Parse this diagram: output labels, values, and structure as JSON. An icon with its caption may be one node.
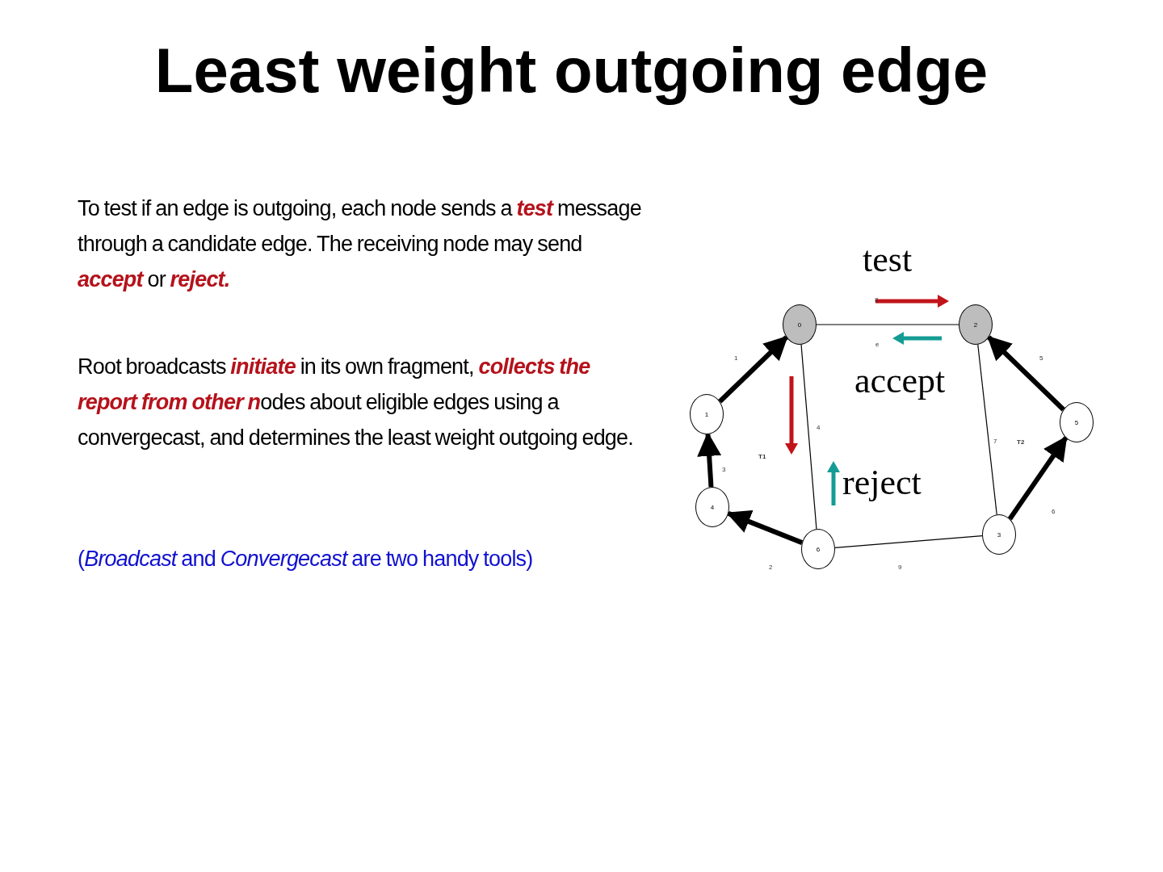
{
  "diagram": {
    "title": "Least weight outgoing edge",
    "nodes": [
      {
        "text": [
          "0"
        ]
      },
      {
        "text": [
          "2"
        ]
      },
      {
        "text": [
          "1"
        ]
      },
      {
        "text": [
          "5"
        ]
      },
      {
        "text": [
          "4"
        ]
      },
      {
        "text": [
          "3"
        ]
      },
      {
        "text": [
          "6"
        ]
      }
    ],
    "edges": [
      {
        "from": 2,
        "to": 0,
        "arrow": "to",
        "label": "1"
      },
      {
        "from": 3,
        "to": 1,
        "arrow": "to",
        "label": "5"
      },
      {
        "from": 4,
        "to": 2,
        "arrow": "to",
        "label": "3"
      },
      {
        "from": 5,
        "to": 3,
        "arrow": "to",
        "label": "6"
      },
      {
        "from": 6,
        "to": 4,
        "arrow": "to",
        "label": "2"
      },
      {
        "from": 0,
        "to": 1,
        "arrow": "none",
        "label": "8"
      },
      {
        "from": 0,
        "to": 6,
        "arrow": "none",
        "label": "4"
      },
      {
        "from": 1,
        "to": 5,
        "arrow": "none",
        "label": "7"
      },
      {
        "from": 6,
        "to": 5,
        "arrow": "none",
        "label": "9"
      }
    ],
    "labels": [
      "To test if an edge is outgoing, each node sends a **test** message through a candidate edge. The receiving node may send **accept** or **reject.**",
      "Root broadcasts **initiate** in its own fragment, **collects the report from other n**odes about eligible edges using a convergecast, and determines the least weight outgoing edge.",
      "(*Broadcast* and *Convergecast* are two handy tools)",
      "test",
      "e",
      "accept",
      "T2",
      "T1",
      "reject"
    ]
  }
}
